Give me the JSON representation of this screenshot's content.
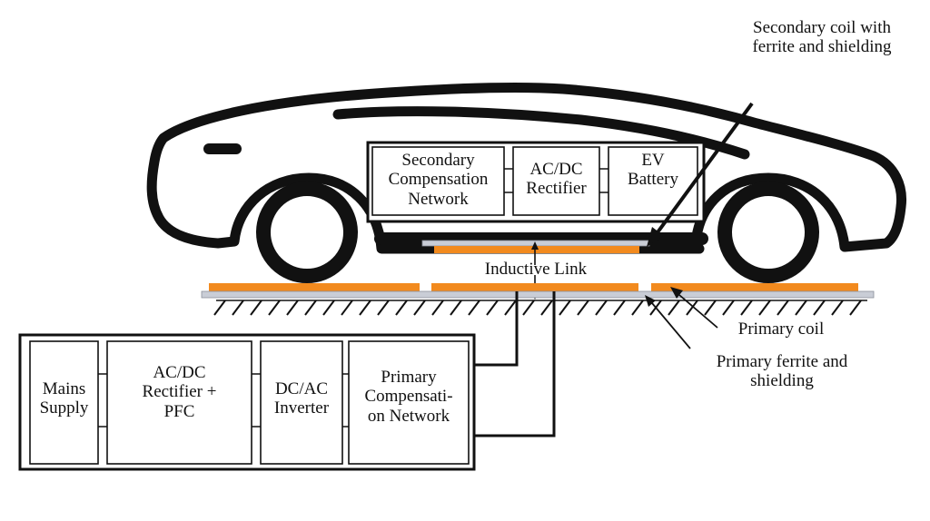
{
  "vehicle_blocks": {
    "secondary_compensation": [
      "Secondary",
      "Compensation",
      "Network"
    ],
    "acdc_rectifier": [
      "AC/DC",
      "Rectifier"
    ],
    "ev_battery": [
      "EV",
      "Battery"
    ]
  },
  "ground_blocks": {
    "mains_supply": [
      "Mains",
      "Supply"
    ],
    "acdc_rectifier_pfc": [
      "AC/DC",
      "Rectifier +",
      "PFC"
    ],
    "dcac_inverter": [
      "DC/AC",
      "Inverter"
    ],
    "primary_compensation": [
      "Primary",
      "Compensati-",
      "on Network"
    ]
  },
  "labels": {
    "secondary_coil": [
      "Secondary coil with",
      "ferrite and shielding"
    ],
    "inductive_link": "Inductive Link",
    "primary_coil": "Primary coil",
    "primary_ferrite": [
      "Primary ferrite and",
      "shielding"
    ]
  },
  "colors": {
    "coil": "#f28a1e",
    "ferrite_plate": "#c9cdd6",
    "outline": "#111111"
  }
}
